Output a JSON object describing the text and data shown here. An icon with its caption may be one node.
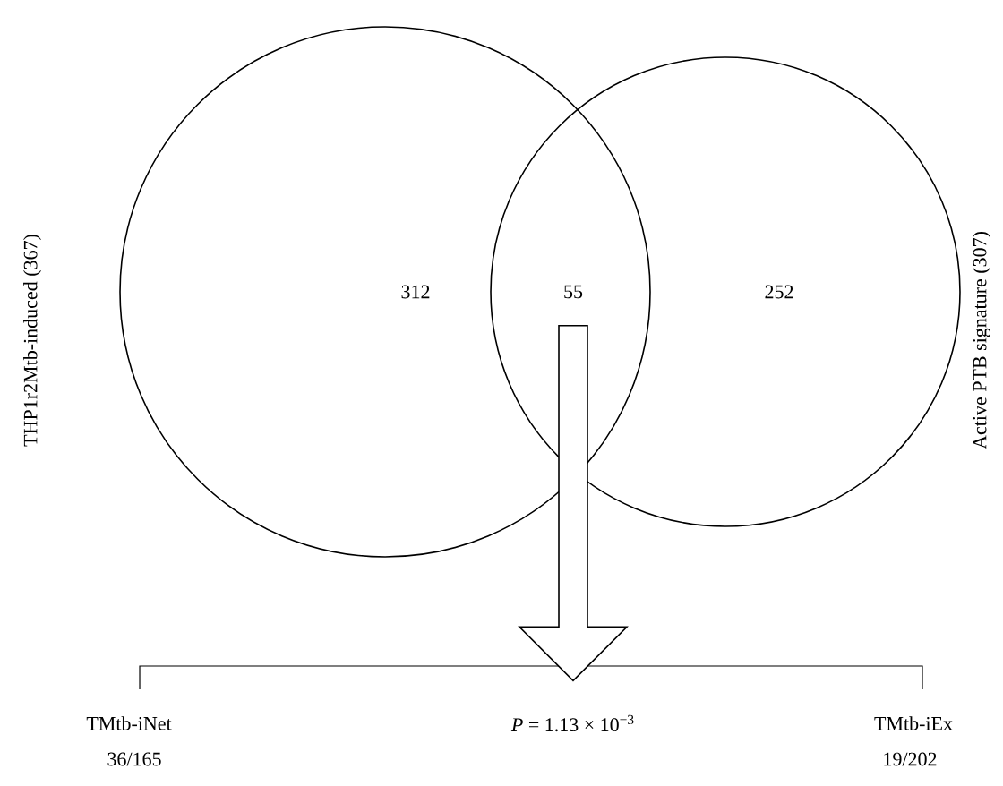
{
  "diagram": {
    "nodes": [
      {
        "text": [
          "312"
        ]
      },
      {
        "text": [
          "252"
        ]
      },
      {
        "text": [
          "55"
        ]
      },
      {
        "text": [
          "*P* = 1.13 × 10$^{−3}$"
        ]
      }
    ],
    "edges": [
      {
        "from": 2,
        "to": 3,
        "arrow": "to"
      }
    ],
    "labels": [
      "THP1r2Mtb-induced (367)",
      "Active PTB signature (307)",
      "TMtb-iNet",
      "36/165",
      "TMtb-iEx",
      "19/202"
    ]
  }
}
